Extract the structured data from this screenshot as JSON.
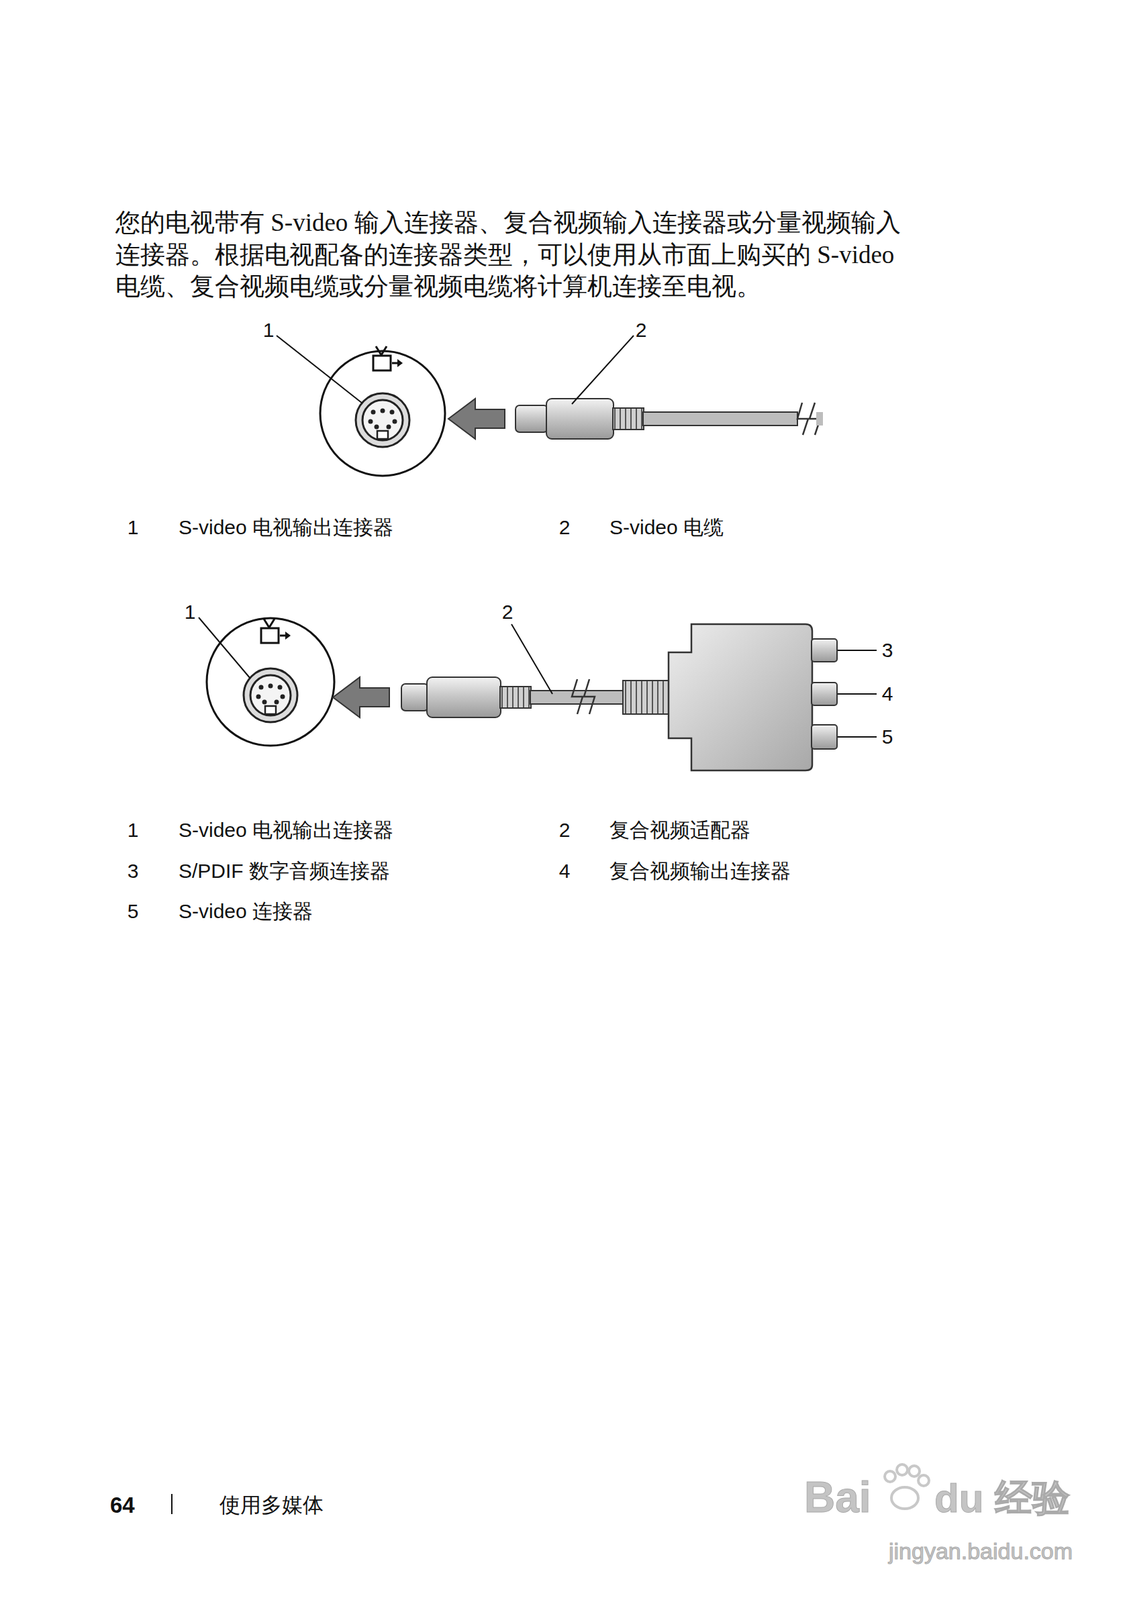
{
  "diagram": {
    "labels": [
      "您的电视带有 S-video 输入连接器、复合视频输入连接器或分量视频输入",
      "连接器。根据电视配备的连接器类型，可以使用从市面上购买的 S-video",
      "电缆、复合视频电缆或分量视频电缆将计算机连接至电视。",
      "1",
      "2",
      "1",
      "S-video 电视输出连接器",
      "2",
      "S-video 电缆",
      "1",
      "2",
      "3",
      "4",
      "5",
      "1",
      "S-video 电视输出连接器",
      "2",
      "复合视频适配器",
      "3",
      "S/PDIF 数字音频连接器",
      "4",
      "复合视频输出连接器",
      "5",
      "S-video 连接器",
      "64",
      "使用多媒体",
      "Bai",
      "du",
      "经验",
      "jingyan.baidu.com"
    ]
  }
}
